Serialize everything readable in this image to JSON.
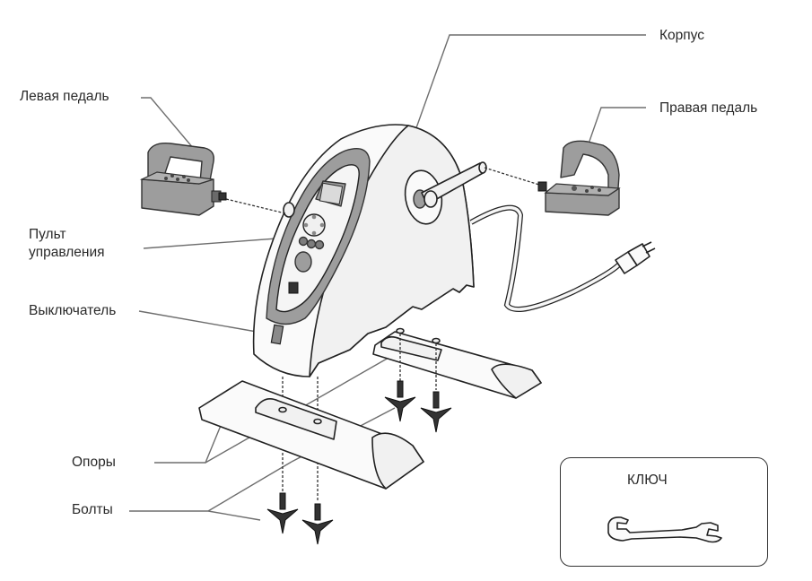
{
  "diagram": {
    "labels": {
      "body": "Корпус",
      "left_pedal": "Левая педаль",
      "right_pedal": "Правая педаль",
      "control_panel_line1": "Пульт",
      "control_panel_line2": "управления",
      "switch": "Выключатель",
      "supports": "Опоры",
      "bolts": "Болты"
    },
    "key_box": {
      "label": "КЛЮЧ"
    }
  }
}
